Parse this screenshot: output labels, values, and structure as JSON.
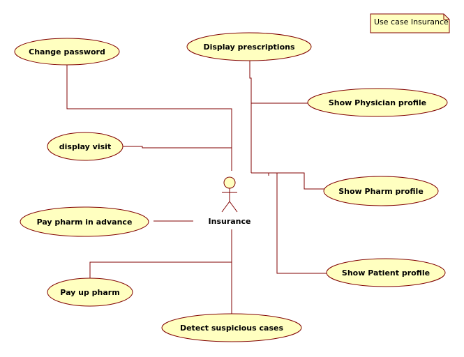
{
  "note": {
    "text": "Use case Insurance"
  },
  "actor": {
    "name": "Insurance"
  },
  "use_cases": [
    {
      "id": "change-password",
      "label": "Change password"
    },
    {
      "id": "display-prescriptions",
      "label": "Display prescriptions"
    },
    {
      "id": "show-physician-profile",
      "label": "Show Physician profile"
    },
    {
      "id": "display-visit",
      "label": "display visit"
    },
    {
      "id": "show-pharm-profile",
      "label": "Show Pharm profile"
    },
    {
      "id": "pay-pharm-in-advance",
      "label": "Pay pharm in advance"
    },
    {
      "id": "pay-up-pharm",
      "label": "Pay up pharm"
    },
    {
      "id": "show-patient-profile",
      "label": "Show Patient profile"
    },
    {
      "id": "detect-suspicious-cases",
      "label": "Detect suspicious cases"
    }
  ],
  "colors": {
    "fill": "#ffffc0",
    "stroke": "#800000",
    "text": "#000000"
  }
}
